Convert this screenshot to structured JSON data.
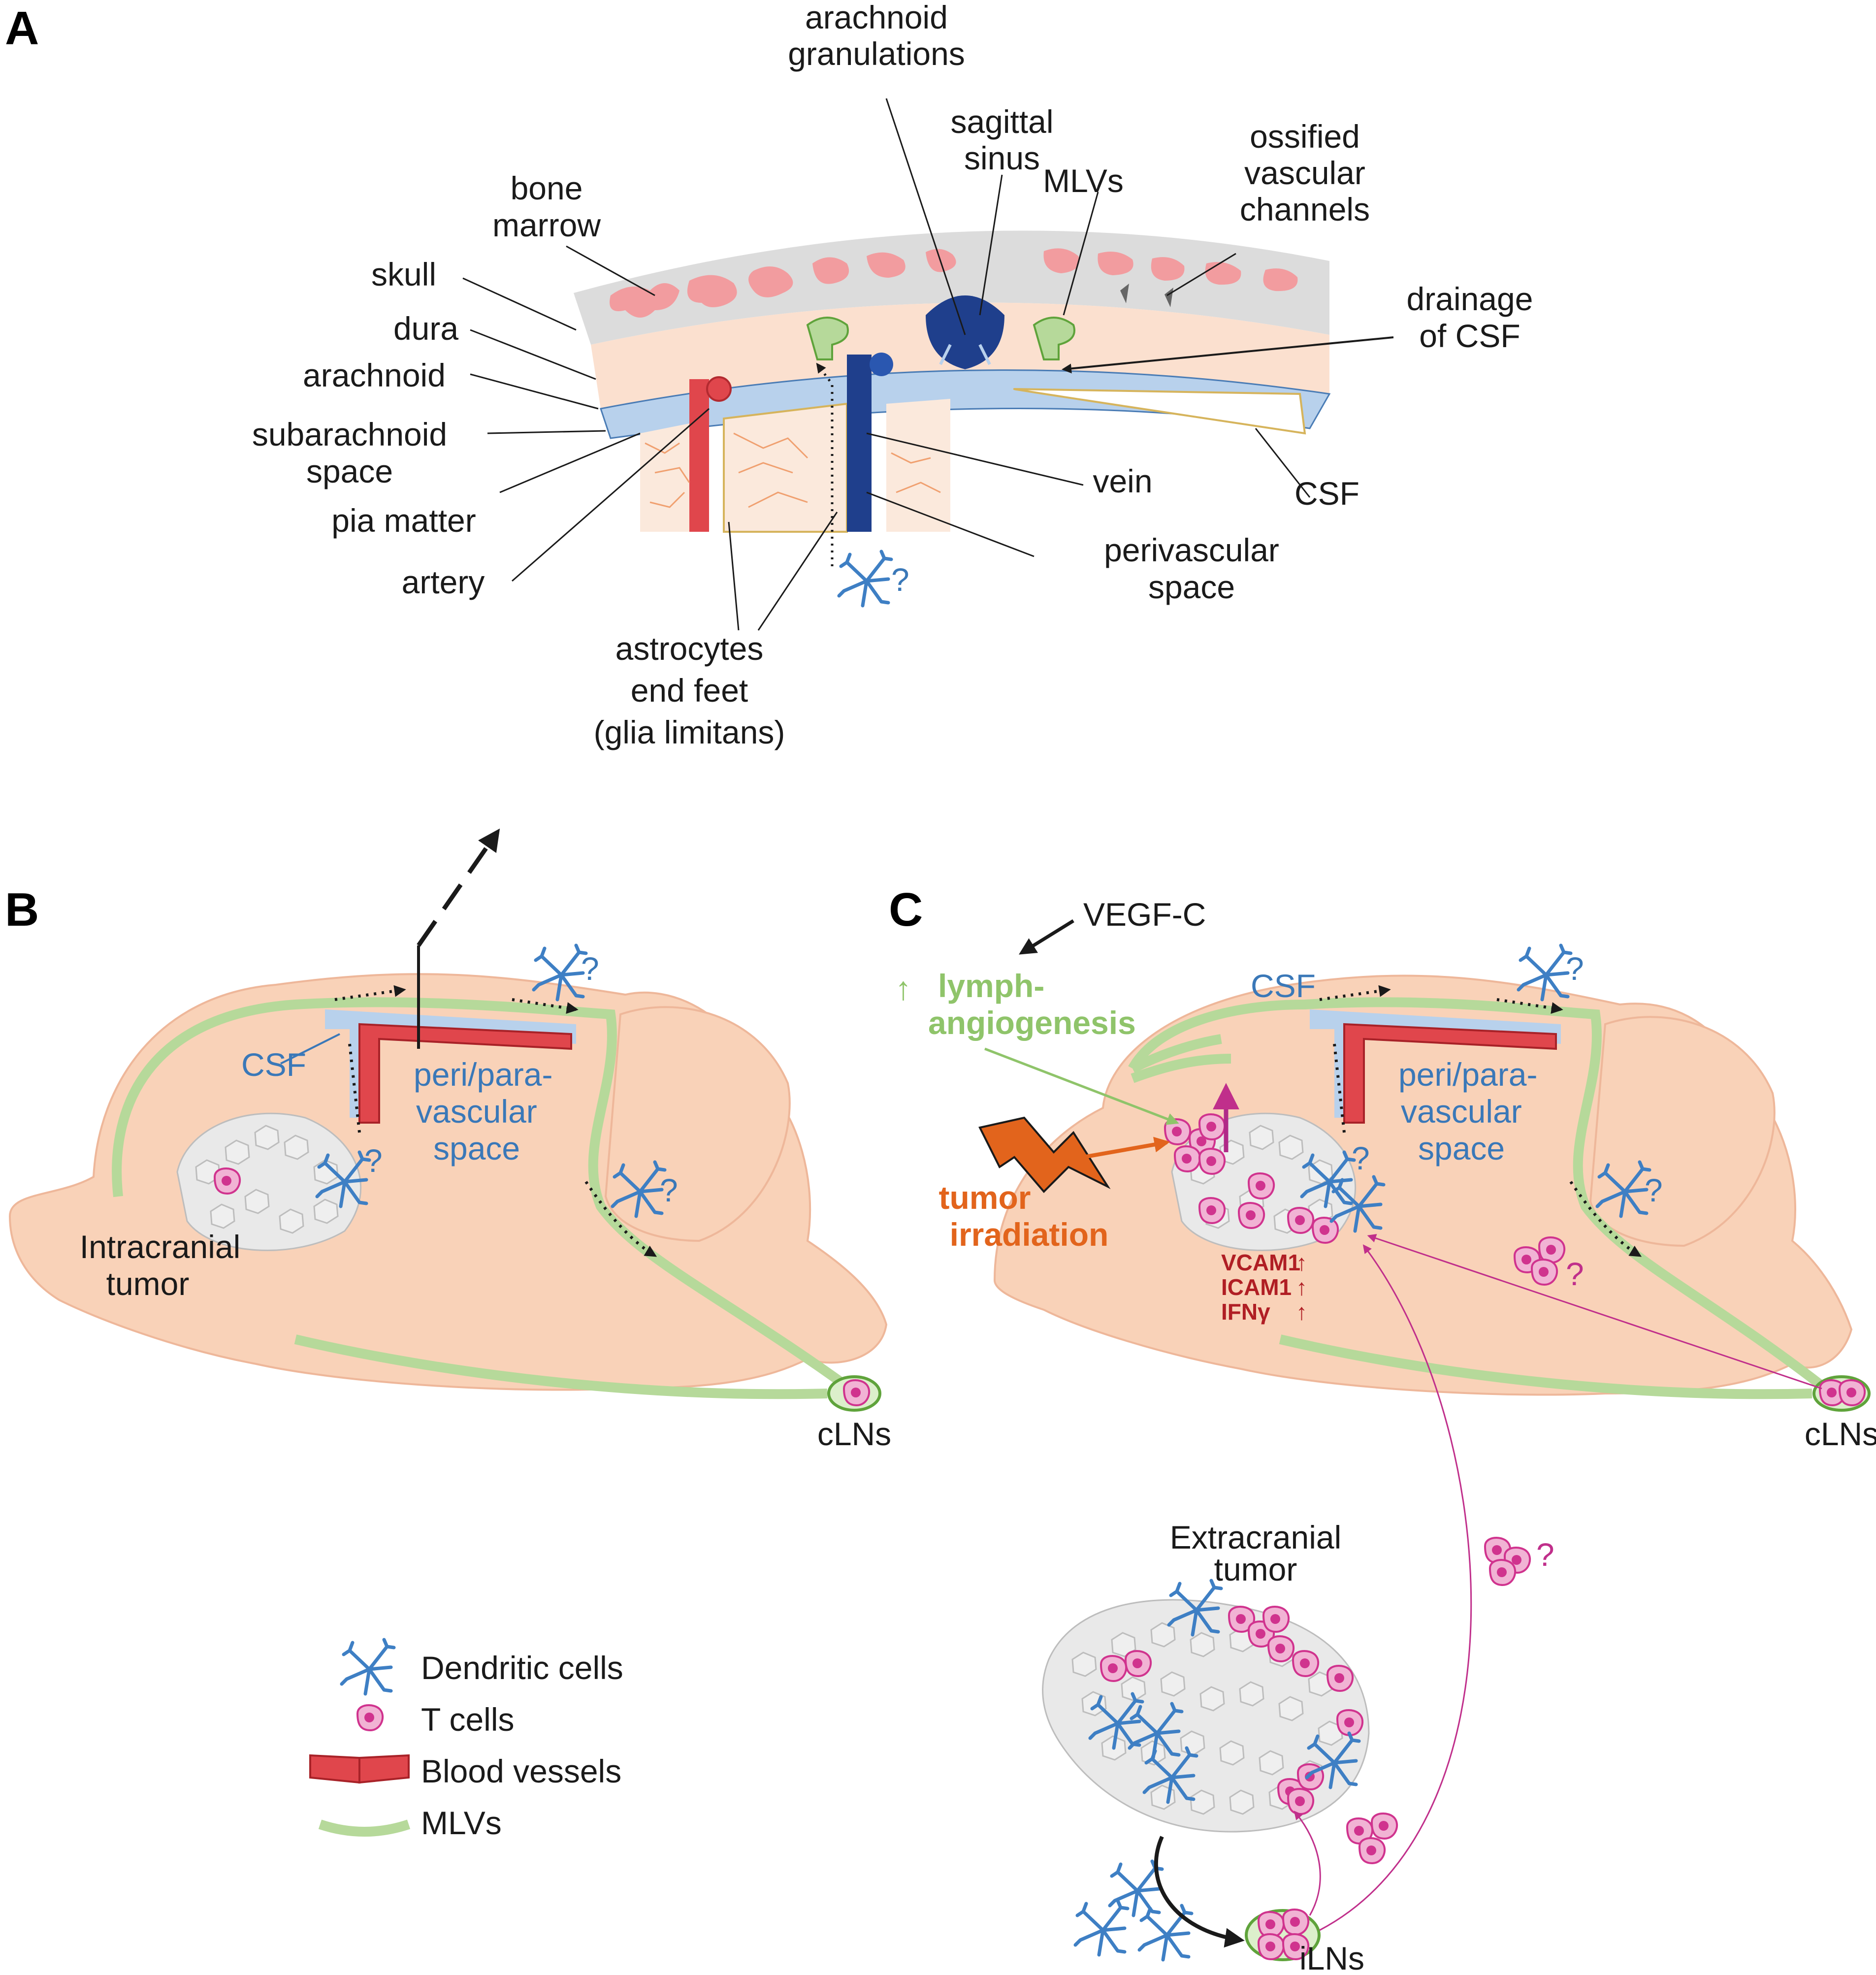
{
  "panels": {
    "a": "A",
    "b": "B",
    "c": "C"
  },
  "panel_a": {
    "arachnoid_granulations": [
      "arachnoid",
      "granulations"
    ],
    "sagittal_sinus": [
      "sagittal",
      "sinus"
    ],
    "mlvs": "MLVs",
    "ossified": [
      "ossified",
      "vascular",
      "channels"
    ],
    "bone_marrow": [
      "bone",
      "marrow"
    ],
    "skull": "skull",
    "dura": "dura",
    "arachnoid": "arachnoid",
    "subarachnoid": [
      "subarachnoid",
      "space"
    ],
    "pia": "pia matter",
    "artery": "artery",
    "drainage": [
      "drainage",
      "of CSF"
    ],
    "vein": "vein",
    "csf": "CSF",
    "perivascular": [
      "perivascular",
      "space"
    ],
    "astrocytes": [
      "astrocytes",
      "end feet",
      "(glia limitans)"
    ],
    "question": "?"
  },
  "panel_b": {
    "csf": "CSF",
    "perivascular": [
      "peri/para-",
      "vascular",
      "space"
    ],
    "tumor": [
      "Intracranial",
      "tumor"
    ],
    "clns": "cLNs",
    "question": "?"
  },
  "panel_c": {
    "vegf": "VEGF-C",
    "lymph": [
      "lymph-",
      "angiogenesis"
    ],
    "up_arrow": "↑",
    "csf": "CSF",
    "perivascular": [
      "peri/para-",
      "vascular",
      "space"
    ],
    "irradiation": [
      "tumor",
      "irradiation"
    ],
    "markers": [
      "VCAM1",
      "ICAM1",
      "IFNγ"
    ],
    "clns": "cLNs",
    "extracranial": [
      "Extracranial",
      "tumor"
    ],
    "ilns": "iLNs",
    "question": "?"
  },
  "legend": {
    "items": [
      "Dendritic cells",
      "T cells",
      "Blood vessels",
      "MLVs"
    ]
  },
  "colors": {
    "skull": "#dcdcdc",
    "marrow": "#f29c9f",
    "dura": "#fbe0cf",
    "csf": "#b8d1ec",
    "artery": "#e0464c",
    "vein": "#1f3f8c",
    "mlv": "#b6d99a",
    "brain": "#f9d2b8",
    "tumor": "#e9e9e9",
    "tcell": "#d0338e",
    "dc": "#3e7fc4",
    "irradiation": "#e2641c"
  }
}
